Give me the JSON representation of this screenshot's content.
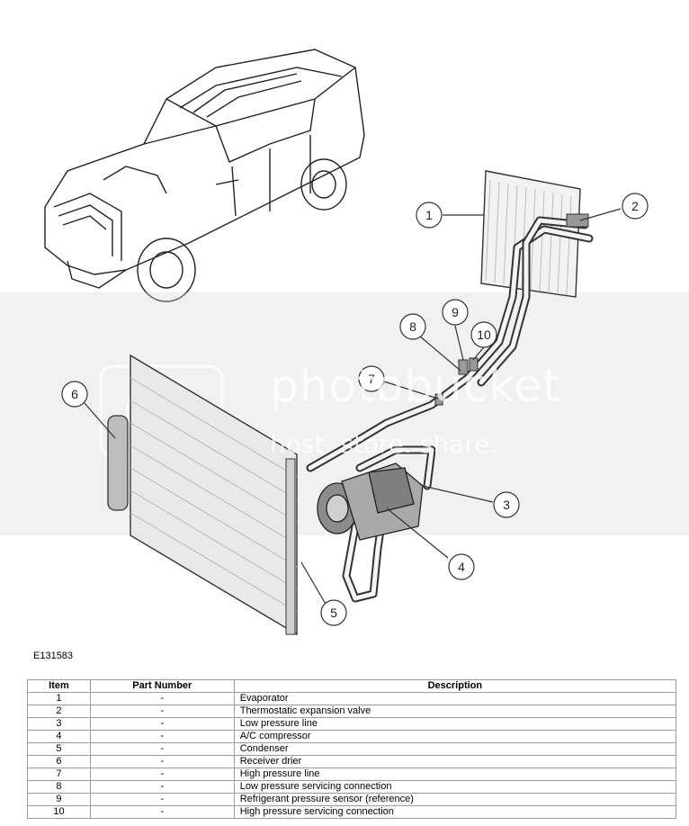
{
  "figure": {
    "id": "E131583",
    "callouts": [
      "1",
      "2",
      "3",
      "4",
      "5",
      "6",
      "7",
      "8",
      "9",
      "10"
    ],
    "watermark": {
      "main": "photobucket",
      "sub": "host. store. share."
    }
  },
  "table": {
    "headers": {
      "item": "Item",
      "part_number": "Part Number",
      "description": "Description"
    },
    "rows": [
      {
        "item": "1",
        "part_number": "-",
        "description": "Evaporator"
      },
      {
        "item": "2",
        "part_number": "-",
        "description": "Thermostatic expansion valve"
      },
      {
        "item": "3",
        "part_number": "-",
        "description": "Low pressure line"
      },
      {
        "item": "4",
        "part_number": "-",
        "description": "A/C compressor"
      },
      {
        "item": "5",
        "part_number": "-",
        "description": "Condenser"
      },
      {
        "item": "6",
        "part_number": "-",
        "description": "Receiver drier"
      },
      {
        "item": "7",
        "part_number": "-",
        "description": "High pressure line"
      },
      {
        "item": "8",
        "part_number": "-",
        "description": "Low pressure servicing connection"
      },
      {
        "item": "9",
        "part_number": "-",
        "description": "Refrigerant pressure sensor (reference)"
      },
      {
        "item": "10",
        "part_number": "-",
        "description": "High pressure servicing connection"
      }
    ]
  }
}
